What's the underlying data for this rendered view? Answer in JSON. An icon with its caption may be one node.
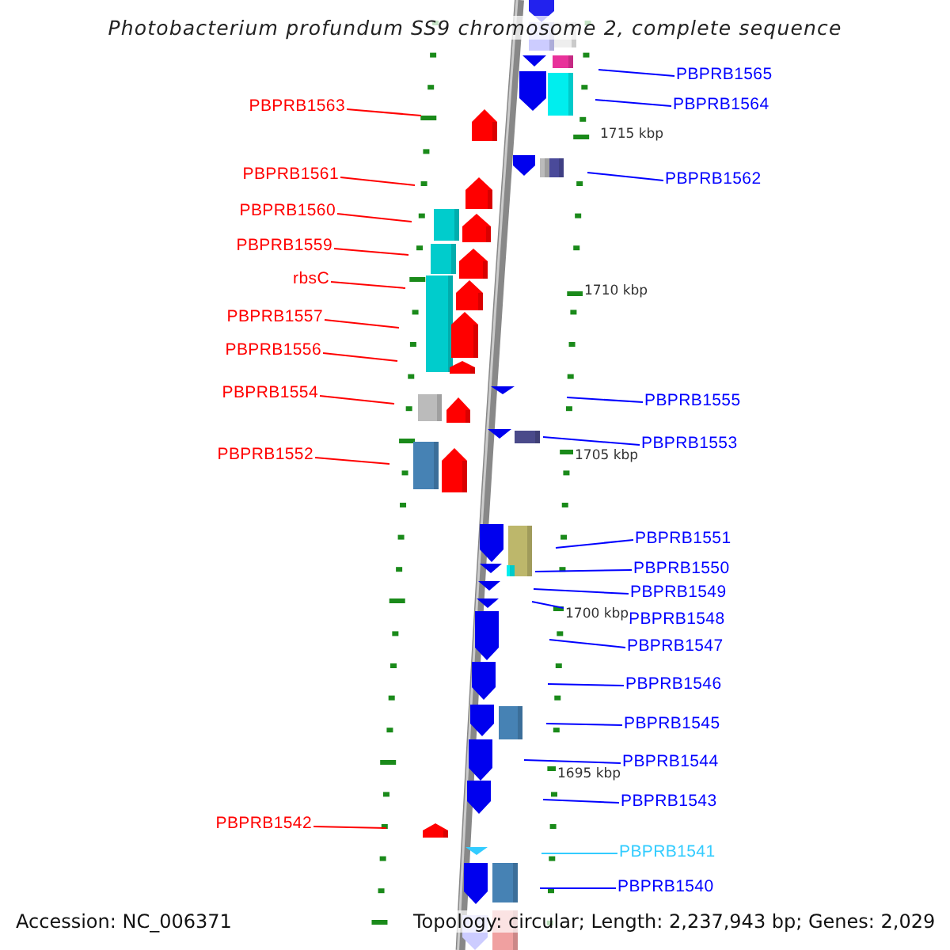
{
  "diagram": {
    "title": "Photobacterium profundum SS9 chromosome 2, complete sequence",
    "nodes": [
      {
        "text": [
          "PBPRB1565"
        ]
      },
      {
        "text": [
          "PBPRB1563"
        ]
      },
      {
        "text": [
          "PBPRB1564"
        ]
      },
      {
        "text": [
          "PBPRB1561"
        ]
      },
      {
        "text": [
          "PBPRB1562"
        ]
      },
      {
        "text": [
          "PBPRB1560"
        ]
      },
      {
        "text": [
          "PBPRB1559"
        ]
      },
      {
        "text": [
          "rbsC"
        ]
      },
      {
        "text": [
          "PBPRB1557"
        ]
      },
      {
        "text": [
          "PBPRB1556"
        ]
      },
      {
        "text": [
          "PBPRB1554"
        ]
      },
      {
        "text": [
          "PBPRB1555"
        ]
      },
      {
        "text": [
          "PBPRB1553"
        ]
      },
      {
        "text": [
          "PBPRB1552"
        ]
      },
      {
        "text": [
          "PBPRB1551"
        ]
      },
      {
        "text": [
          "PBPRB1550"
        ]
      },
      {
        "text": [
          "PBPRB1549"
        ]
      },
      {
        "text": [
          "PBPRB1548"
        ]
      },
      {
        "text": [
          "PBPRB1547"
        ]
      },
      {
        "text": [
          "PBPRB1546"
        ]
      },
      {
        "text": [
          "PBPRB1545"
        ]
      },
      {
        "text": [
          "PBPRB1544"
        ]
      },
      {
        "text": [
          "PBPRB1543"
        ]
      },
      {
        "text": [
          "PBPRB1542"
        ]
      },
      {
        "text": [
          "PBPRB1541"
        ]
      },
      {
        "text": [
          "PBPRB1540"
        ]
      }
    ],
    "edges": [
      {
        "from": 0,
        "to": null,
        "arrow": "none"
      },
      {
        "from": 1,
        "to": null,
        "arrow": "none",
        "color": "#ff0000"
      },
      {
        "from": 2,
        "to": null,
        "arrow": "none"
      },
      {
        "from": 3,
        "to": null,
        "arrow": "none",
        "color": "#ff0000"
      },
      {
        "from": 4,
        "to": null,
        "arrow": "none"
      },
      {
        "from": 5,
        "to": null,
        "arrow": "none",
        "color": "#ff0000"
      },
      {
        "from": 6,
        "to": null,
        "arrow": "none",
        "color": "#ff0000"
      },
      {
        "from": 7,
        "to": null,
        "arrow": "none",
        "color": "#ff0000"
      },
      {
        "from": 8,
        "to": null,
        "arrow": "none",
        "color": "#ff0000"
      },
      {
        "from": 9,
        "to": null,
        "arrow": "none",
        "color": "#ff0000"
      },
      {
        "from": 10,
        "to": null,
        "arrow": "none",
        "color": "#ff0000"
      },
      {
        "from": 11,
        "to": null,
        "arrow": "none"
      },
      {
        "from": 12,
        "to": null,
        "arrow": "none"
      },
      {
        "from": 13,
        "to": null,
        "arrow": "none",
        "color": "#ff0000"
      },
      {
        "from": 14,
        "to": null,
        "arrow": "none"
      },
      {
        "from": 15,
        "to": null,
        "arrow": "none"
      },
      {
        "from": 16,
        "to": null,
        "arrow": "none"
      },
      {
        "from": 17,
        "to": null,
        "arrow": "none"
      },
      {
        "from": 18,
        "to": null,
        "arrow": "none"
      },
      {
        "from": 19,
        "to": null,
        "arrow": "none"
      },
      {
        "from": 20,
        "to": null,
        "arrow": "none"
      },
      {
        "from": 21,
        "to": null,
        "arrow": "none"
      },
      {
        "from": 22,
        "to": null,
        "arrow": "none"
      },
      {
        "from": 23,
        "to": null,
        "arrow": "none",
        "color": "#ff0000"
      },
      {
        "from": 24,
        "to": null,
        "arrow": "none",
        "color": "#33ccff"
      },
      {
        "from": 25,
        "to": null,
        "arrow": "none"
      }
    ],
    "labels": [
      "1715 kbp",
      "1710 kbp",
      "1705 kbp",
      "1700 kbp",
      "1695 kbp",
      "Accession: NC_006371",
      "Topology: circular; Length: 2,237,943 bp; Genes: 2,029"
    ]
  }
}
